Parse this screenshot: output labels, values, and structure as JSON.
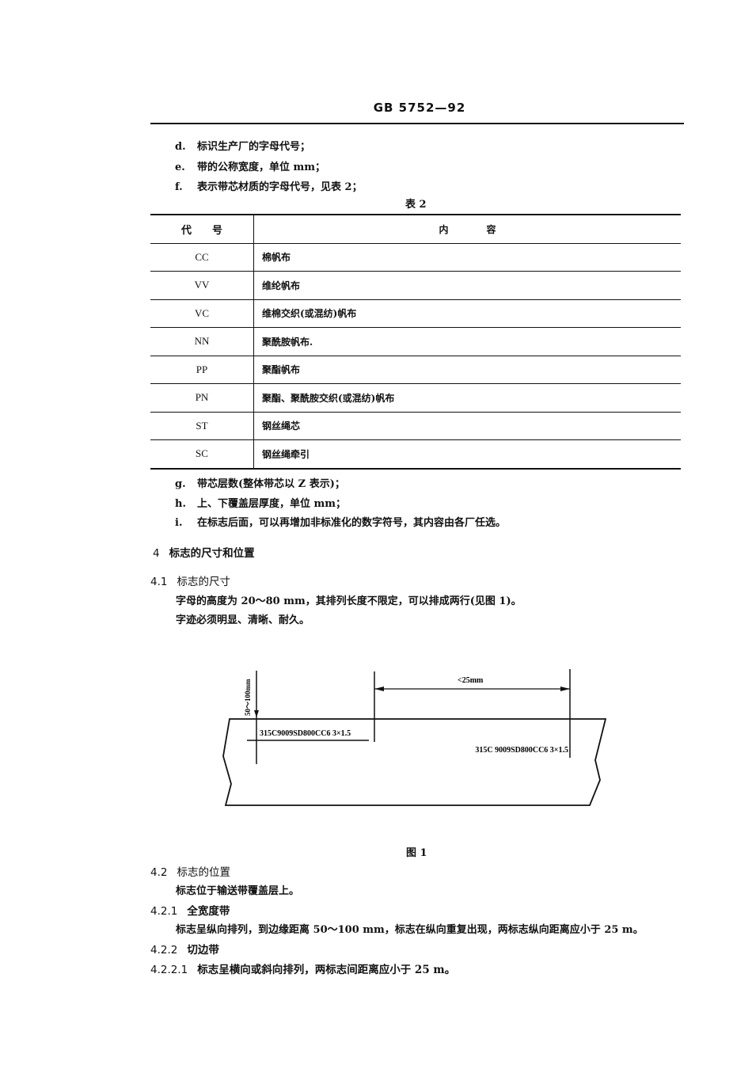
{
  "header": {
    "standard_id": "GB 5752—92"
  },
  "list_top": [
    {
      "label": "d.",
      "text": "标识生产厂的字母代号；"
    },
    {
      "label": "e.",
      "text": "带的公称宽度，单位 mm；"
    },
    {
      "label": "f.",
      "text": "表示带芯材质的字母代号，见表 2；"
    }
  ],
  "table2": {
    "caption": "表 2",
    "headers": [
      "代　　号",
      "内　　　　容"
    ],
    "rows": [
      {
        "code": "CC",
        "content": "棉帆布"
      },
      {
        "code": "VV",
        "content": "维纶帆布"
      },
      {
        "code": "VC",
        "content": "维棉交织(或混纺)帆布"
      },
      {
        "code": "NN",
        "content": "聚酰胺帆布."
      },
      {
        "code": "PP",
        "content": "聚酯帆布"
      },
      {
        "code": "PN",
        "content": "聚酯、聚酰胺交织(或混纺)帆布"
      },
      {
        "code": "ST",
        "content": "钢丝绳芯"
      },
      {
        "code": "SC",
        "content": "钢丝绳牵引"
      }
    ]
  },
  "list_bottom": [
    {
      "label": "g.",
      "text": "带芯层数(整体带芯以 Z 表示)；"
    },
    {
      "label": "h.",
      "text": "上、下覆盖层厚度，单位 mm；"
    },
    {
      "label": "i.",
      "text": "在标志后面，可以再增加非标准化的数字符号，其内容由各厂任选。"
    }
  ],
  "section4": {
    "num": "4",
    "title": "标志的尺寸和位置"
  },
  "section4_1": {
    "num": "4.1",
    "title": "标志的尺寸",
    "paragraphs": [
      "字母的高度为 20～80 mm，其排列长度不限定，可以排成两行(见图 1)。",
      "字迹必须明显、清晰、耐久。"
    ]
  },
  "figure1": {
    "caption": "图 1",
    "edge_distance_label": "50～100mm",
    "spacing_label": "<25mm",
    "marking_left": "315C9009SD800CC6  3×1.5",
    "marking_right": "315C 9009SD800CC6 3×1.5"
  },
  "section4_2": {
    "num": "4.2",
    "title": "标志的位置",
    "paragraph": "标志位于输送带覆盖层上。"
  },
  "section4_2_1": {
    "num": "4.2.1",
    "title": "全宽度带",
    "paragraph": "标志呈纵向排列，到边缘距离 50～100 mm，标志在纵向重复出现，两标志纵向距离应小于 25 m。"
  },
  "section4_2_2": {
    "num": "4.2.2",
    "title": "切边带"
  },
  "section4_2_2_1": {
    "num": "4.2.2.1",
    "paragraph": "标志呈横向或斜向排列，两标志间距离应小于 25 m。"
  }
}
